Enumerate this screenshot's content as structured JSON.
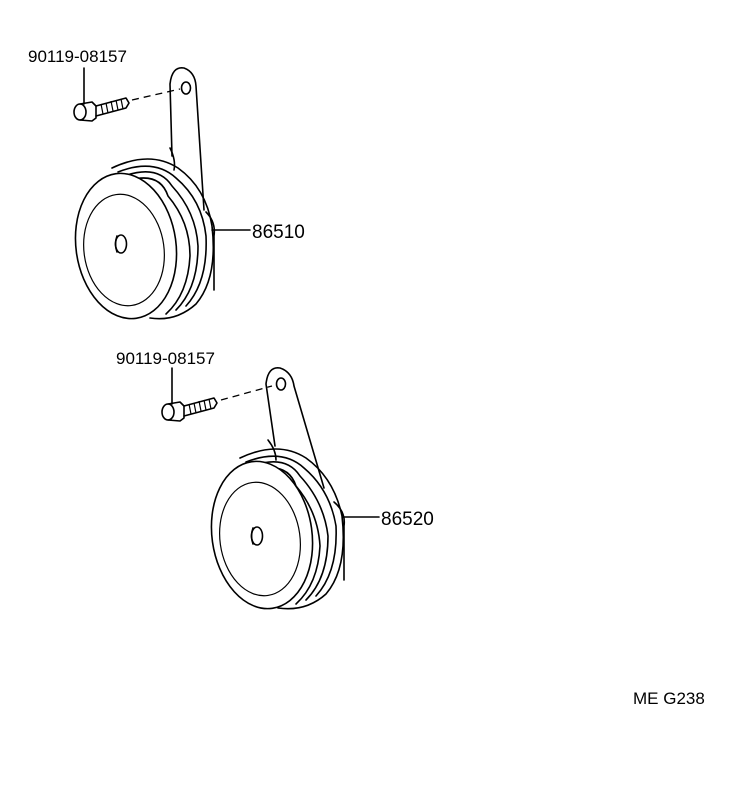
{
  "diagram": {
    "code": "ME G238",
    "parts": [
      {
        "part_no": "90119-08157"
      },
      {
        "part_no": "86510"
      },
      {
        "part_no": "90119-08157"
      },
      {
        "part_no": "86520"
      }
    ]
  }
}
